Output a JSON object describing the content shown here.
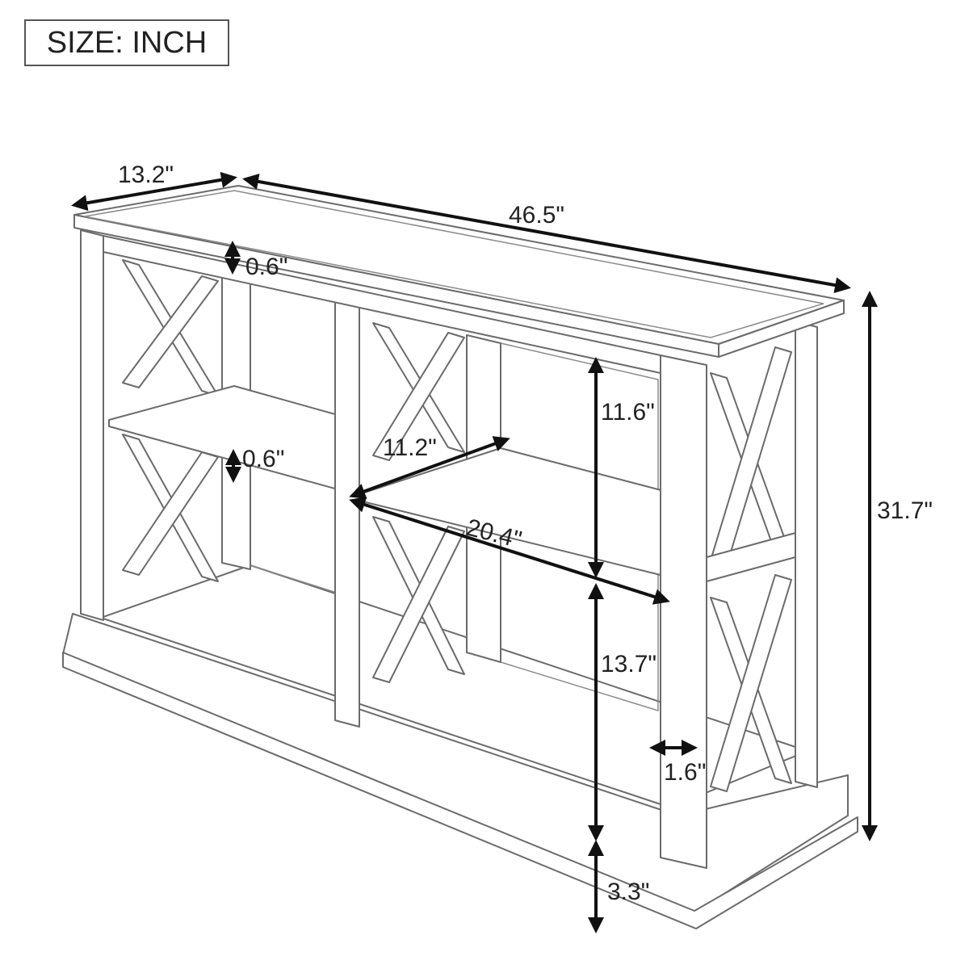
{
  "unit_box": {
    "label": "SIZE: INCH"
  },
  "dimensions": {
    "depth": "13.2\"",
    "width": "46.5\"",
    "height": "31.7\"",
    "top_thickness": "0.6\"",
    "shelf_thickness": "0.6\"",
    "shelf_depth": "11.2\"",
    "shelf_width": "20.4\"",
    "upper_clearance": "11.6\"",
    "lower_clearance": "13.7\"",
    "leg_width": "1.6\"",
    "base_height": "3.3\""
  }
}
